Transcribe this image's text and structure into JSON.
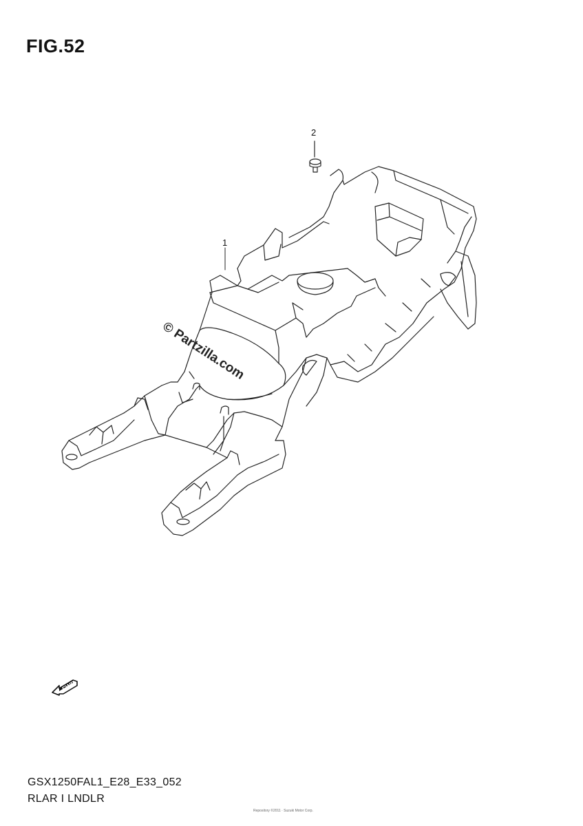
{
  "figure": {
    "title": "FIG.52",
    "callouts": {
      "part_1": "1",
      "part_2": "2"
    },
    "watermark": "© Partzilla.com",
    "direction_tag": "FWD"
  },
  "footer": {
    "model_code": "GSX1250FAL1_E28_E33_052",
    "section_name": "RLAR I LNDLR",
    "fine_print": "Repository ©2011 · Suzuki Motor Corp."
  },
  "icons": {
    "direction": "fwd-arrow-icon"
  },
  "colors": {
    "line": "#222222",
    "background": "#ffffff"
  }
}
